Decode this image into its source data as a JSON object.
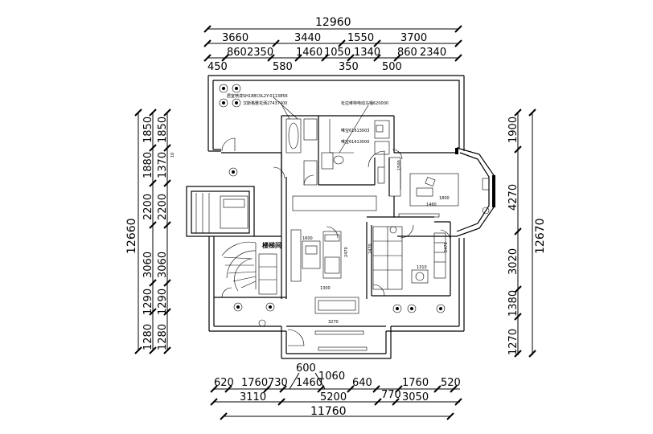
{
  "top_dims": {
    "total": "12960",
    "row1": [
      "3660",
      "3440",
      "1550",
      "3700"
    ],
    "row2": [
      "860",
      "2350",
      "1460",
      "1050",
      "1340",
      "860",
      "2340"
    ],
    "row3": [
      "450",
      "580",
      "350",
      "500"
    ]
  },
  "bottom_dims": {
    "top_extra": "600",
    "row1": [
      "620",
      "1760",
      "730",
      "1060",
      "1460",
      "640",
      "1760",
      "520"
    ],
    "row2": [
      "3110",
      "5200",
      "770",
      "3050"
    ],
    "total": "11760"
  },
  "left_dims": {
    "total": "12660",
    "outer": [
      "1850",
      "1880",
      "2200",
      "3060",
      "1290",
      "1280"
    ],
    "inner": [
      "1850",
      "1370",
      "2200",
      "3060",
      "1290",
      "1280"
    ],
    "small": "10"
  },
  "right_dims": {
    "total": "12670",
    "row": [
      "1900",
      "4270",
      "3020",
      "1380",
      "1270"
    ]
  },
  "labels": {
    "note1": "居室喷漆SH188C0L2Y-0113856",
    "note2": "汉斯格雅花洒27437400",
    "note3": "杜拉维特电动马桶620000",
    "note4": "唯宝61613003",
    "note5": "唯宝61613000",
    "stair_room": "楼梯间",
    "d1": "1500",
    "d2": "1800",
    "d3": "1460",
    "d4": "2470",
    "d5": "2470",
    "d6": "1310",
    "d7": "1600",
    "d8": "2470",
    "d9": "1300",
    "d10": "3270"
  }
}
